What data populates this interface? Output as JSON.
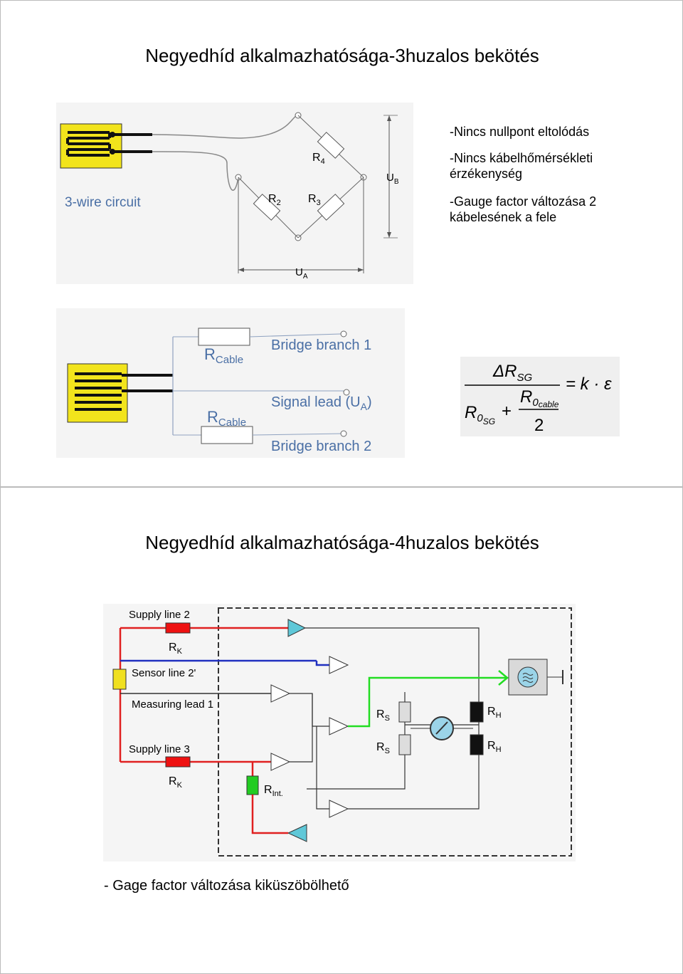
{
  "slide1": {
    "title": "Negyedhíd alkalmazhatósága-3huzalos bekötés",
    "bullets": [
      "-Nincs nullpont eltolódás",
      "-Nincs kábelhőmérsékleti érzékenység",
      "-Gauge factor változása 2 kábelesének a fele"
    ],
    "circuit": {
      "caption": "3-wire circuit",
      "r4": "R",
      "r4_sub": "4",
      "r2": "R",
      "r2_sub": "2",
      "r3": "R",
      "r3_sub": "3",
      "ub": "U",
      "ub_sub": "B",
      "ua": "U",
      "ua_sub": "A"
    },
    "branch_diagram": {
      "rcable_top": "R",
      "rcable_top_sub": "Cable",
      "rcable_bottom": "R",
      "rcable_bottom_sub": "Cable",
      "bridge_branch_1": "Bridge branch 1",
      "signal_lead": "Signal lead (U",
      "signal_lead_sub": "A",
      "signal_lead_end": ")",
      "bridge_branch_2": "Bridge branch 2"
    },
    "formula": {
      "delta_r": "ΔR",
      "sg": "SG",
      "equals": "= k · ε",
      "r0": "R",
      "r0_sub": "0",
      "r0_sg": "SG",
      "plus": "+",
      "r0cable": "R",
      "r0cable_sub": "0",
      "cable": "cable",
      "two": "2"
    }
  },
  "slide2": {
    "title": "Negyedhíd alkalmazhatósága-4huzalos bekötés",
    "labels": {
      "supply_line_2": "Supply line 2",
      "rk_top": "R",
      "rk_top_sub": "K",
      "sensor_line": "Sensor line 2'",
      "measuring_lead": "Measuring lead 1",
      "supply_line_3": "Supply line 3",
      "rk_bottom": "R",
      "rk_bottom_sub": "K",
      "rint": "R",
      "rint_sub": "Int.",
      "rs_top": "R",
      "rs_top_sub": "S",
      "rs_bottom": "R",
      "rs_bottom_sub": "S",
      "rh_top": "R",
      "rh_top_sub": "H",
      "rh_bottom": "R",
      "rh_bottom_sub": "H"
    },
    "colors": {
      "supply": "#e02020",
      "sensor": "#2030c0",
      "measure": "#22dd22",
      "amp_fill": "#5fc8d8",
      "rk_fill": "#ee1111",
      "gauge_fill": "#f0e020",
      "rint_fill": "#22cc22"
    },
    "footer": "- Gage factor változása kiküszöbölhető"
  }
}
